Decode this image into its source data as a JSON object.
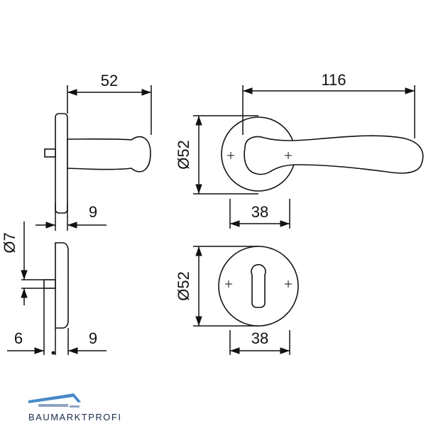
{
  "dimensions": {
    "side_projection": "52",
    "front_width": "116",
    "rose_diameter_top": "Ø52",
    "rose_diameter_bottom": "Ø52",
    "rose_width_top": "38",
    "rose_width_bottom": "38",
    "rose_thickness_top": "9",
    "rose_thickness_bottom": "9",
    "pin_diameter": "Ø7",
    "pin_length": "6"
  },
  "brand": {
    "name": "BAUMARKTPROFI",
    "colors": {
      "primary": "#4a89c8",
      "dark": "#1a2a4a"
    }
  }
}
